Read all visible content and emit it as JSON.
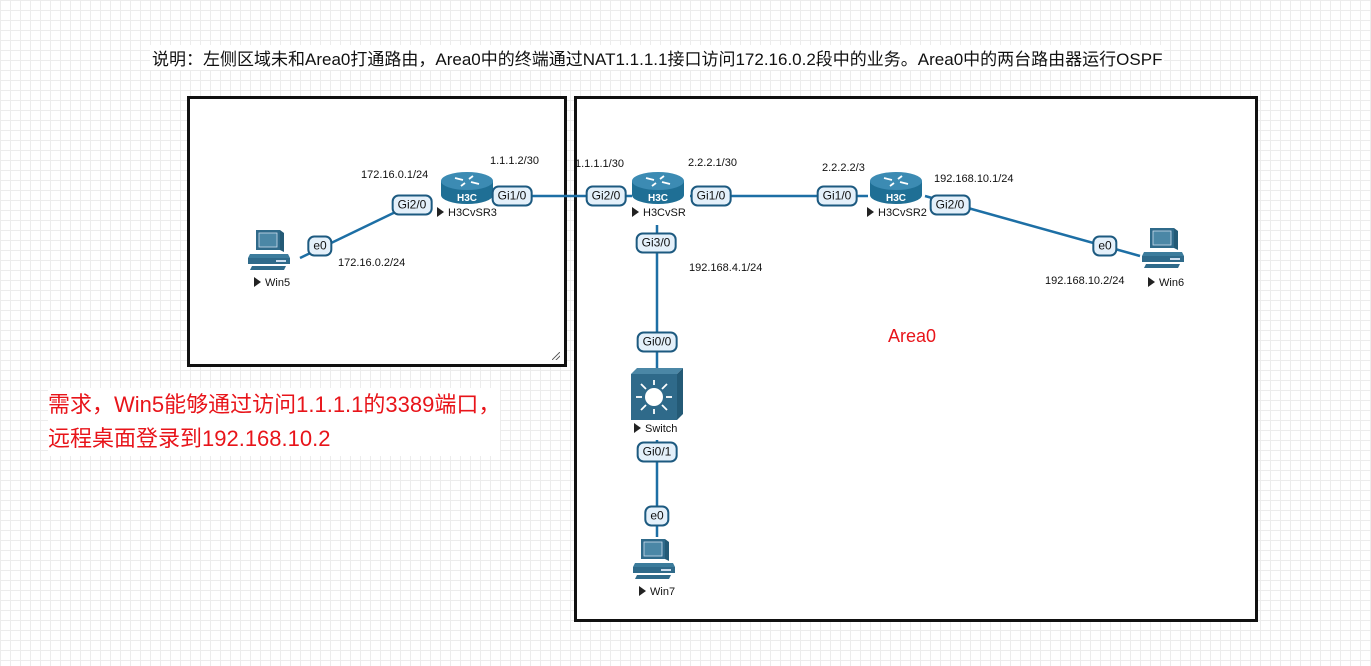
{
  "note": "说明：左侧区域未和Area0打通路由，Area0中的终端通过NAT1.1.1.1接口访问172.16.0.2段中的业务。Area0中的两台路由器运行OSPF",
  "requirement": {
    "line1": "需求，Win5能够通过访问1.1.1.1的3389端口，",
    "line2": "远程桌面登录到192.168.10.2"
  },
  "area_label": "Area0",
  "colors": {
    "link": "#1d6fa5",
    "device": "#2f6a8a",
    "requirement_text": "#e8141a",
    "area_text": "#e8141a"
  },
  "devices": {
    "h3cvsr3": {
      "label": "H3CvSR3",
      "brand": "H3C",
      "type": "router"
    },
    "h3cvsr": {
      "label": "H3CvSR",
      "brand": "H3C",
      "type": "router"
    },
    "h3cvsr2": {
      "label": "H3CvSR2",
      "brand": "H3C",
      "type": "router"
    },
    "switch": {
      "label": "Switch",
      "type": "switch"
    },
    "win5": {
      "label": "Win5",
      "type": "pc"
    },
    "win6": {
      "label": "Win6",
      "type": "pc"
    },
    "win7": {
      "label": "Win7",
      "type": "pc"
    }
  },
  "interfaces": {
    "win5_e0": "e0",
    "r3_gi2_0": "Gi2/0",
    "r3_gi1_0": "Gi1/0",
    "r_gi2_0": "Gi2/0",
    "r_gi1_0": "Gi1/0",
    "r_gi3_0": "Gi3/0",
    "r2_gi1_0": "Gi1/0",
    "r2_gi2_0": "Gi2/0",
    "win6_e0": "e0",
    "sw_gi0_0": "Gi0/0",
    "sw_gi0_1": "Gi0/1",
    "win7_e0": "e0"
  },
  "ips": {
    "r3_gi2_0": "172.16.0.1/24",
    "win5": "172.16.0.2/24",
    "r3_gi1_0": "1.1.1.2/30",
    "r_gi2_0": "1.1.1.1/30",
    "r_gi1_0": "2.2.2.1/30",
    "r2_gi1_0": "2.2.2.2/3",
    "r2_gi2_0": "192.168.10.1/24",
    "win6": "192.168.10.2/24",
    "r_gi3_0": "192.168.4.1/24"
  }
}
